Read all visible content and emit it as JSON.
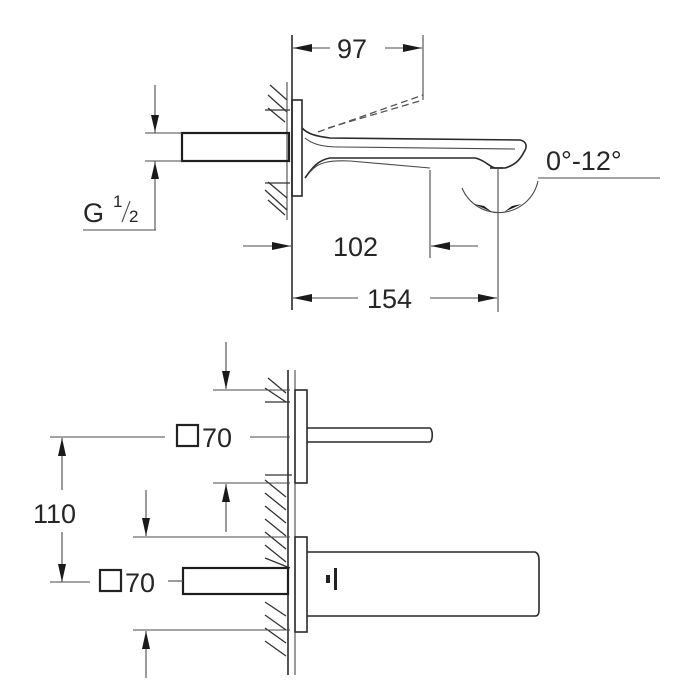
{
  "drawing": {
    "title": "Wall-mounted basin mixer spout dimension drawing",
    "line_color": "#2a2a2a",
    "background": "#ffffff"
  },
  "side_view": {
    "dim_spout_projection": "97",
    "dim_outlet_clear": "102",
    "dim_total_projection": "154",
    "thread_label_prefix": "G",
    "thread_label_num": "1",
    "thread_label_den": "2",
    "angle_range": "0°-12°"
  },
  "front_view": {
    "dim_rosette_upper": "70",
    "dim_rosette_lower": "70",
    "dim_center_distance": "110",
    "square_symbol": "square-dimension-icon"
  }
}
